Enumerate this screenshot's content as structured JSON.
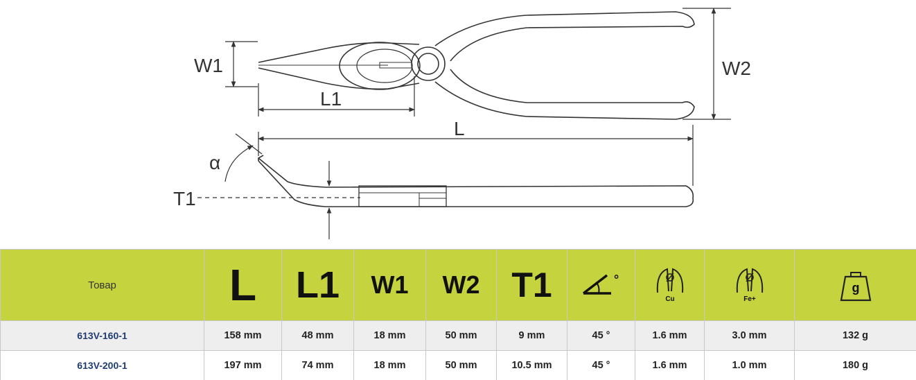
{
  "drawing": {
    "labels": {
      "w1": "W1",
      "l1": "L1",
      "l": "L",
      "w2": "W2",
      "alpha": "α",
      "t1": "T1"
    }
  },
  "table": {
    "header": {
      "product": "Товар",
      "L": "L",
      "L1": "L1",
      "W1": "W1",
      "W2": "W2",
      "T1": "T1",
      "angle_icon": "angle-icon",
      "angle_unit": "°",
      "cu_icon": "copper-wire-cut-icon",
      "cu_label": "Cu",
      "fe_icon": "steel-wire-cut-icon",
      "fe_label": "Fe+",
      "weight_icon": "weight-icon",
      "weight_label": "g"
    },
    "rows": [
      {
        "product": "613V-160-1",
        "L": "158 mm",
        "L1": "48 mm",
        "W1": "18 mm",
        "W2": "50 mm",
        "T1": "9 mm",
        "angle": "45 °",
        "cu": "1.6 mm",
        "fe": "3.0 mm",
        "weight": "132 g"
      },
      {
        "product": "613V-200-1",
        "L": "197 mm",
        "L1": "74 mm",
        "W1": "18 mm",
        "W2": "50 mm",
        "T1": "10.5 mm",
        "angle": "45 °",
        "cu": "1.6 mm",
        "fe": "1.0 mm",
        "weight": "180 g"
      }
    ],
    "colors": {
      "header_bg": "#c5d33e",
      "row_alt_bg": "#eeeeee",
      "product_text": "#1f3c72"
    }
  }
}
